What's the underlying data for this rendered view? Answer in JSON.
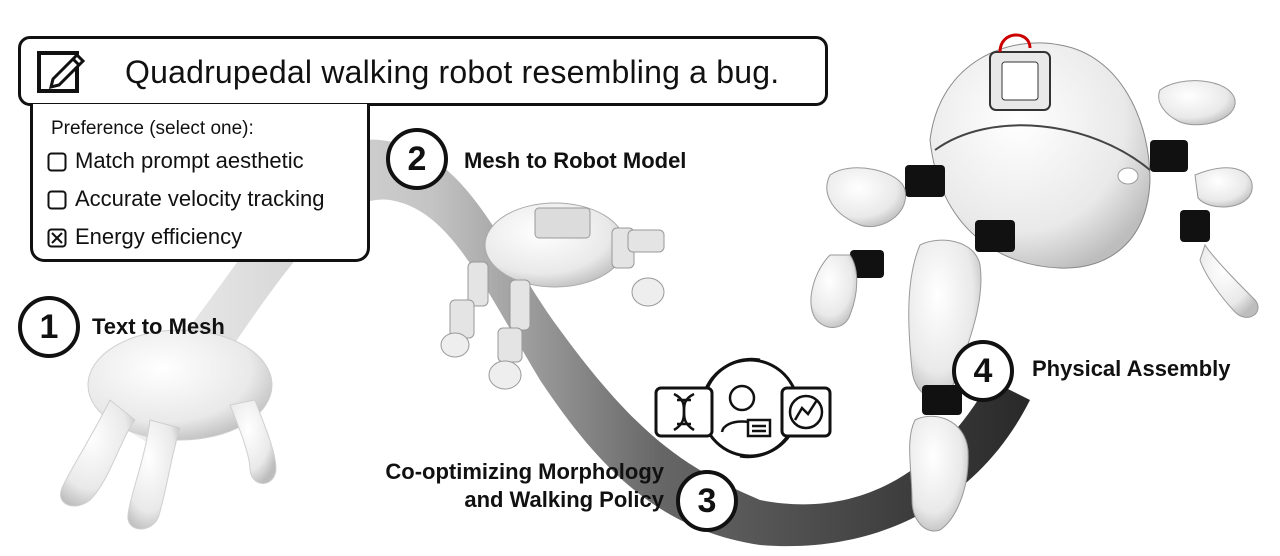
{
  "prompt": {
    "icon": "edit-note-icon",
    "text": "Quadrupedal walking robot resembling a bug."
  },
  "preference": {
    "title": "Preference (select one):",
    "options": [
      {
        "label": "Match prompt aesthetic",
        "checked": false
      },
      {
        "label": "Accurate velocity tracking",
        "checked": false
      },
      {
        "label": "Energy efficiency",
        "checked": true
      }
    ]
  },
  "steps": [
    {
      "number": "1",
      "label": "Text to Mesh"
    },
    {
      "number": "2",
      "label": "Mesh to Robot Model"
    },
    {
      "number": "3",
      "label_line1": "Co-optimizing Morphology",
      "label_line2": "and Walking Policy"
    },
    {
      "number": "4",
      "label": "Physical Assembly"
    }
  ],
  "cycle_icons": [
    "dna-icon",
    "engineer-icon",
    "performance-graph-icon"
  ],
  "colors": {
    "ink": "#111111",
    "robot_white": "#f2f2f2",
    "path_dark": "#1a1a1a",
    "path_light": "#e6e6e6"
  }
}
